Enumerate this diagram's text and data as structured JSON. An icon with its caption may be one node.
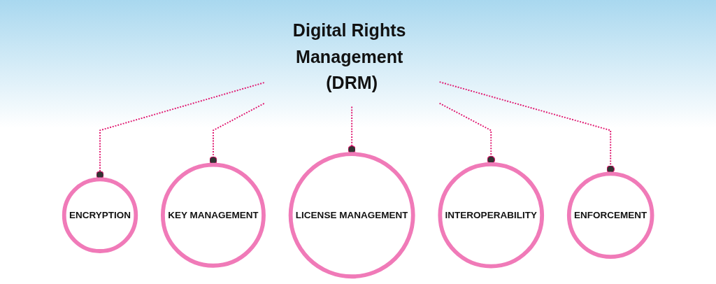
{
  "diagram": {
    "nodes": [
      {
        "text": [
          "Digital Rights Management (DRM)"
        ]
      },
      {
        "text": [
          "ENCRYPTION"
        ]
      },
      {
        "text": [
          "KEY MANAGEMENT"
        ]
      },
      {
        "text": [
          "LICENSE MANAGEMENT"
        ]
      },
      {
        "text": [
          "INTEROPERABILITY"
        ]
      },
      {
        "text": [
          "ENFORCEMENT"
        ]
      }
    ],
    "edges": [
      {
        "from": 0,
        "to": 1,
        "arrow": "other",
        "style": "dashed"
      },
      {
        "from": 0,
        "to": 2,
        "arrow": "other",
        "style": "dashed"
      },
      {
        "from": 0,
        "to": 3,
        "arrow": "other",
        "style": "dashed"
      },
      {
        "from": 0,
        "to": 4,
        "arrow": "other",
        "style": "dashed"
      },
      {
        "from": 0,
        "to": 5,
        "arrow": "other",
        "style": "dashed"
      }
    ]
  }
}
